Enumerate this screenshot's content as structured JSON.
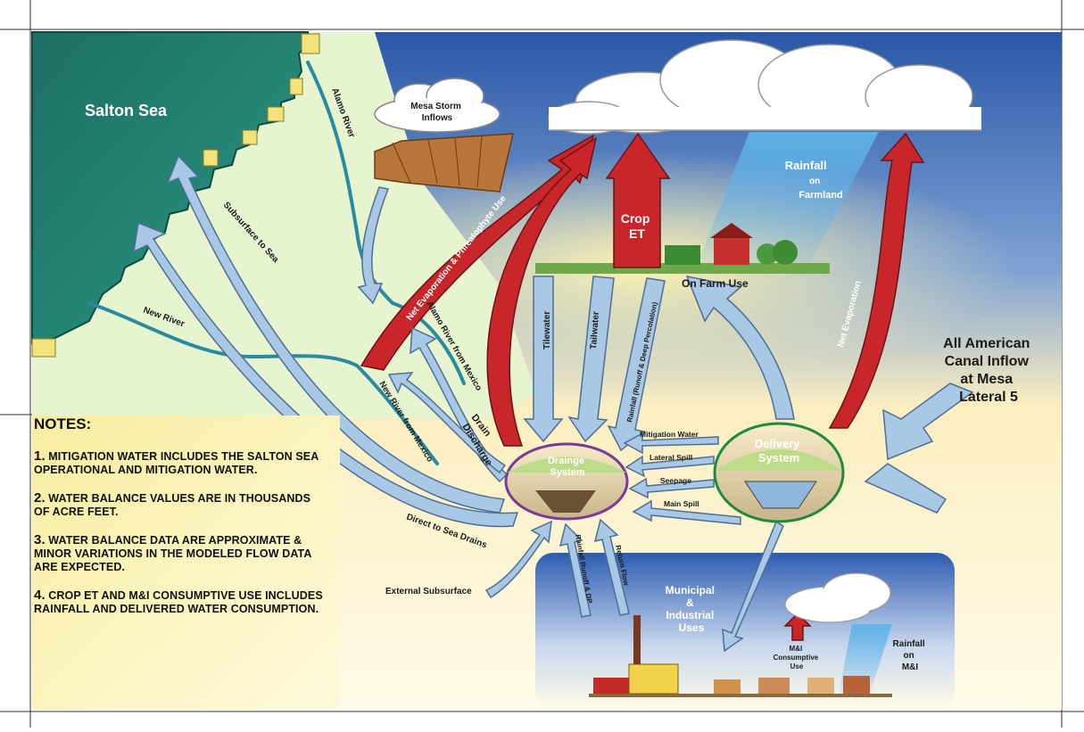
{
  "map": {
    "salton_sea": "Salton Sea",
    "alamo_river": "Alamo River",
    "new_river": "New River",
    "subsurface_to_sea": "Subsurface to Sea",
    "alamo_from_mexico": "Alamo River from Mexico",
    "new_from_mexico": "New River from Mexico"
  },
  "flows": {
    "mesa_storm_line1": "Mesa Storm",
    "mesa_storm_line2": "Inflows",
    "net_evap_phreat": "Net Evaporation & Phreatophyte Use",
    "crop_line1": "Crop",
    "crop_line2": "ET",
    "rain_line1": "Rainfall",
    "rain_line2": "on",
    "rain_line3": "Farmland",
    "on_farm_use": "On Farm Use",
    "net_evaporation": "Net Evaporation",
    "tilewater": "Tilewater",
    "tailwater": "Tailwater",
    "rainfall_runoff": "Rainfall (Runoff & Deep Percolation)",
    "canal_line1": "All American",
    "canal_line2": "Canal Inflow",
    "canal_line3": "at Mesa",
    "canal_line4": "Lateral 5",
    "drain_line1": "Drain",
    "drain_line2": "Discharge",
    "direct_to_sea": "Direct to Sea Drains",
    "external_subsurface": "External Subsurface",
    "rainfall_runoff_dp": "Rainfall Runoff & DP",
    "return_flow": "Return Flow",
    "mitigation_water": "Mitigation Water",
    "lateral_spill": "Lateral Spill",
    "seepage": "Seepage",
    "main_spill": "Main Spill",
    "drainage_line1": "Drainge",
    "drainage_line2": "System",
    "delivery_line1": "Delivery",
    "delivery_line2": "System",
    "mi_line1": "Municipal",
    "mi_line2": "&",
    "mi_line3": "Industrial",
    "mi_line4": "Uses",
    "mi_cons_line1": "M&I",
    "mi_cons_line2": "Consumptive",
    "mi_cons_line3": "Use",
    "rain_mi_line1": "Rainfall",
    "rain_mi_line2": "on",
    "rain_mi_line3": "M&I"
  },
  "notes": {
    "heading": "NOTES:",
    "n1_num": "1.",
    "n1_text": "MITIGATION WATER INCLUDES THE SALTON SEA OPERATIONAL AND MITIGATION WATER.",
    "n2_num": "2.",
    "n2_text": "WATER BALANCE VALUES ARE IN THOUSANDS OF ACRE FEET.",
    "n3_num": "3.",
    "n3_text": "WATER BALANCE DATA ARE APPROXIMATE & MINOR VARIATIONS IN THE MODELED FLOW DATA ARE EXPECTED.",
    "n4_num": "4.",
    "n4_text": "CROP ET AND M&I CONSUMPTIVE USE INCLUDES RAINFALL AND DELIVERED WATER CONSUMPTION."
  },
  "colors": {
    "sea": "#1f7a6c",
    "land": "#dff2c8",
    "sky": "#2d5fae",
    "red_arrow": "#c8262a",
    "blue_arrow": "#a9c8e6",
    "notes_bg": "#fbf3b0"
  }
}
